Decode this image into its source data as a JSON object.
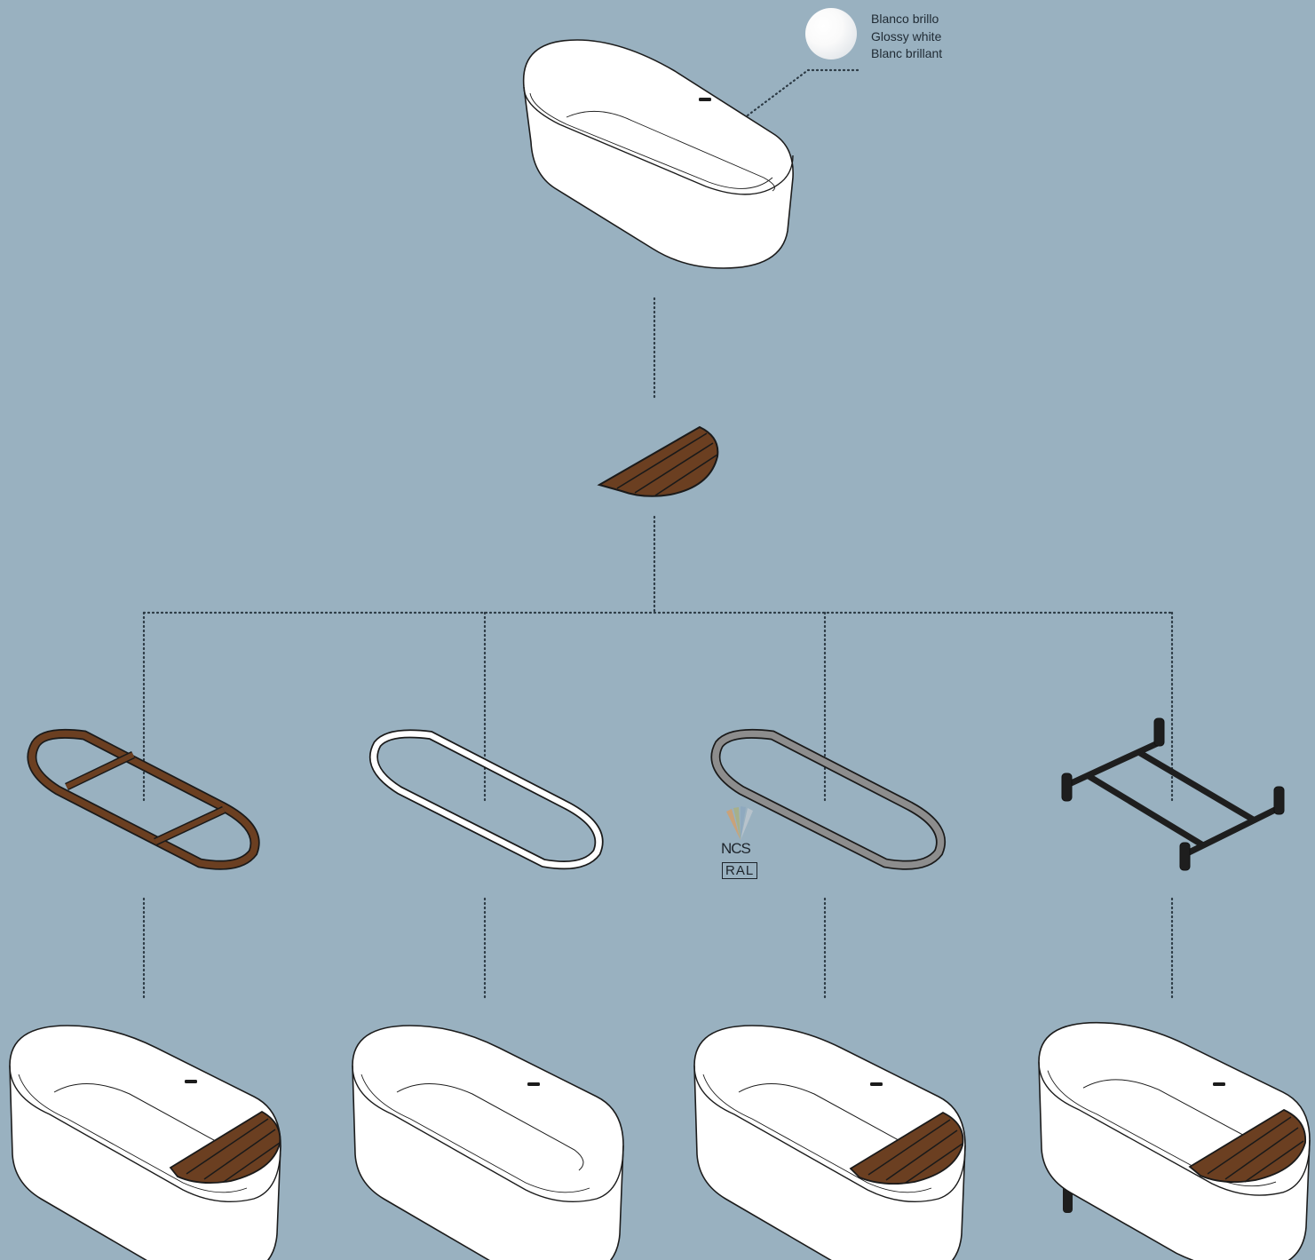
{
  "finish": {
    "line_es": "Blanco brillo",
    "line_en": "Glossy white",
    "line_fr": "Blanc brillant",
    "swatch_color": "#ffffff"
  },
  "color_systems": {
    "ncs": "NCS",
    "ral": "RAL"
  },
  "colors": {
    "background": "#99b1c0",
    "wood": "#6b3f21",
    "wood_dark": "#3b220f",
    "white": "#ffffff",
    "grey_ring": "#8d8d8d",
    "black_frame": "#1e1e1e",
    "outline": "#1c1c1c"
  },
  "components": {
    "top": "freestanding-bathtub",
    "middle": "wooden-shelf",
    "options": [
      "wooden-base-frame",
      "white-base-ring",
      "grey-base-ring",
      "black-metal-legs"
    ],
    "results": [
      "tub-with-wood-base-and-shelf",
      "tub-with-white-base",
      "tub-with-grey-base-and-shelf",
      "tub-with-black-legs-and-shelf"
    ]
  }
}
